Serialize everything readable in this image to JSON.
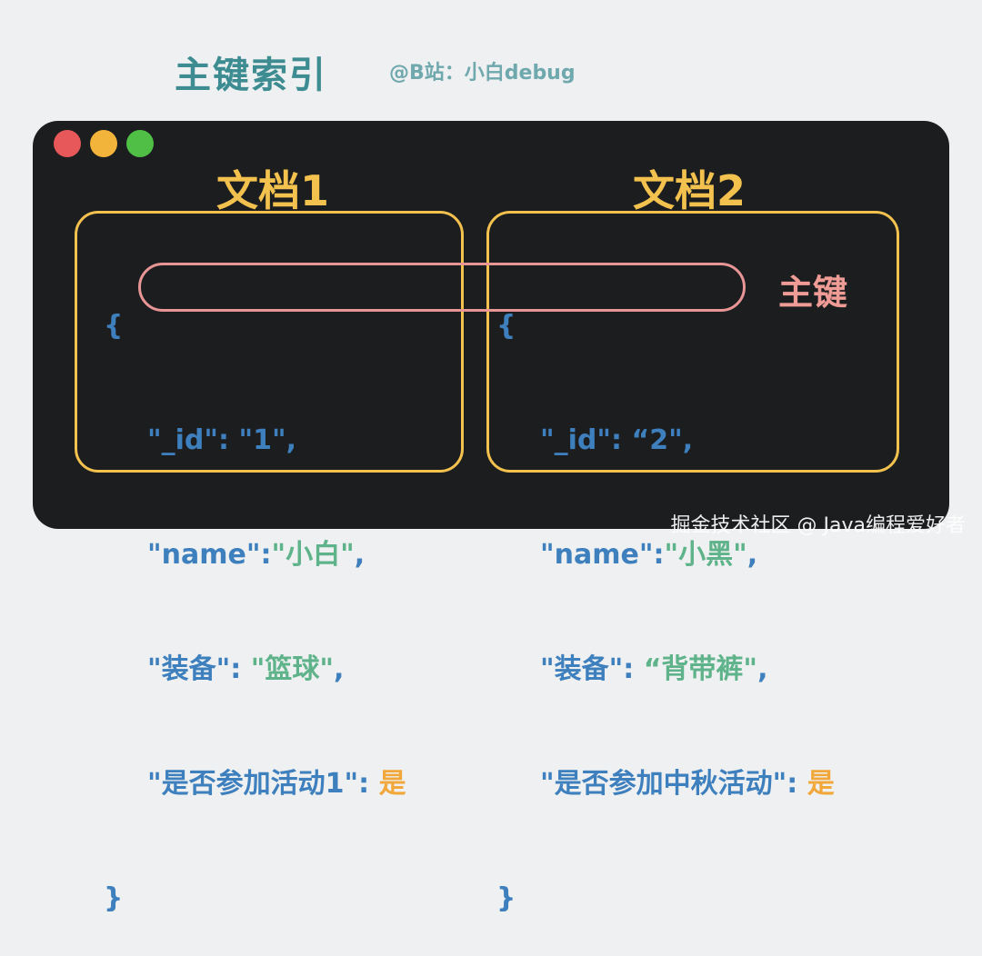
{
  "header": {
    "title": "主键索引",
    "credit": "@B站：小白debug"
  },
  "window_controls": [
    "red",
    "yellow",
    "green"
  ],
  "colors": {
    "title": "#3d8c92",
    "window_bg": "#1c1d1f",
    "doc_border": "#f2c14e",
    "key": "#3e7fbd",
    "value": "#5fb38a",
    "highlight": "#e89595",
    "yes": "#f2a73b"
  },
  "documents": [
    {
      "title": "文档1",
      "open_brace": "{",
      "close_brace": "}",
      "lines": [
        {
          "key": "\"_id\"",
          "sep": ": ",
          "value": "\"1\"",
          "end": ","
        },
        {
          "key": "\"name\"",
          "sep": ":",
          "value": "\"小白\"",
          "end": ","
        },
        {
          "key": "\"装备\"",
          "sep": ": ",
          "value": "\"篮球\"",
          "end": ","
        },
        {
          "key": "\"是否参加活动1\"",
          "sep": ": ",
          "value": "是",
          "end": ""
        }
      ]
    },
    {
      "title": "文档2",
      "open_brace": "{",
      "close_brace": "}",
      "lines": [
        {
          "key": "\"_id\"",
          "sep": ": ",
          "value": "“2\"",
          "end": ","
        },
        {
          "key": "\"name\"",
          "sep": ":",
          "value": "\"小黑\"",
          "end": ","
        },
        {
          "key": "\"装备\"",
          "sep": ": ",
          "value": "“背带裤\"",
          "end": ","
        },
        {
          "key": "\"是否参加中秋活动\"",
          "sep": ": ",
          "value": "是",
          "end": ""
        }
      ]
    }
  ],
  "primary_key": {
    "label": "主键"
  },
  "watermark": "掘金技术社区 @ Java编程爱好者"
}
